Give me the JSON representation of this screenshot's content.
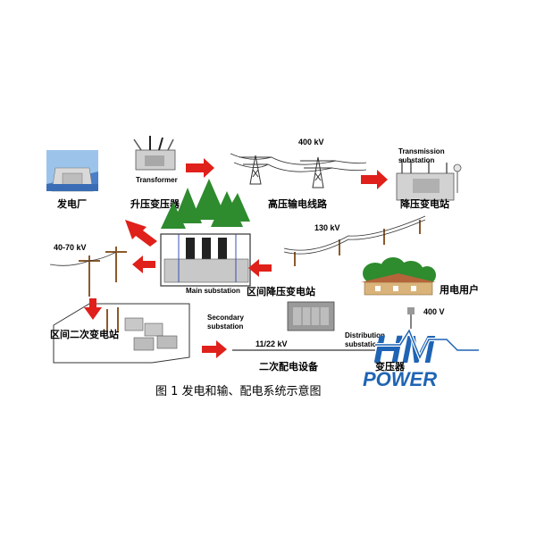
{
  "labels": {
    "power_plant": "发电厂",
    "step_up_transformer": "升压变压器",
    "transformer_en": "Transformer",
    "hv_line": "高压输电线路",
    "voltage_400kv": "400 kV",
    "step_down_station": "降压变电站",
    "transmission_substation": "Transmission\nsubstation",
    "voltage_130kv": "130 kV",
    "voltage_40_70kv": "40-70 kV",
    "main_substation": "Main substation",
    "district_step_down": "区间降压变电站",
    "power_users": "用电用户",
    "voltage_400v": "400 V",
    "district_secondary": "区间二次变电站",
    "secondary_substation": "Secondary\nsubstation",
    "voltage_11_22kv": "11/22 kV",
    "distribution_substation": "Distribution\nsubstation",
    "secondary_distribution": "二次配电设备",
    "transformer_zh": "变压器",
    "caption": "图 1  发电和输、配电系统示意图"
  },
  "logo": {
    "letters": "HM",
    "word": "POWER",
    "color": "#1f64b4"
  },
  "colors": {
    "arrow": "#e0201a",
    "tree": "#2e8b2e",
    "line": "#000000"
  }
}
